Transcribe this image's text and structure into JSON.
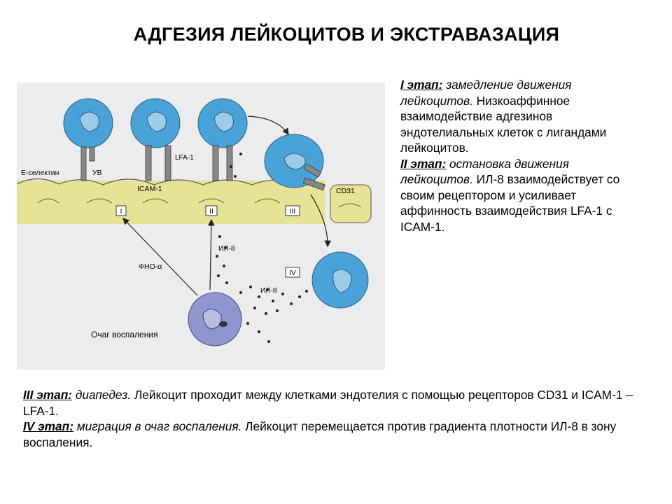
{
  "title": "АДГЕЗИЯ ЛЕЙКОЦИТОВ И ЭКСТРАВАЗАЦИЯ",
  "right": {
    "stage1_label": "I этап:",
    "stage1_italic": " замедление движения лейкоцитов.",
    "stage1_text": " Низкоаффинное взаимодействие адгезинов эндотелиальных клеток с лигандами лейкоцитов.",
    "stage2_label": "II этап:",
    "stage2_italic": " остановка движения лейкоцитов.",
    "stage2_text": " ИЛ-8 взаимодействует со своим рецептором и усиливает аффинность взаимодействия LFA-1 с ICAM-1."
  },
  "bottom": {
    "stage3_label": "III этап:",
    "stage3_italic": " диапедез.",
    "stage3_text": " Лейкоцит проходит между клетками эндотелия с помощью рецепторов CD31 и ICAM-1 – LFA-1.",
    "stage4_label": "IV этап:",
    "stage4_italic": " миграция в очаг воспаления.",
    "stage4_text": " Лейкоцит перемещается против градиента плотности ИЛ-8 в зону воспаления."
  },
  "figure": {
    "labels": {
      "e_selectin": "Е-селектин",
      "uv": "УВ",
      "icam1": "ICAM-1",
      "lfa1": "LFA-1",
      "cd31": "CD31",
      "il8_a": "ИЛ-8",
      "il8_b": "ИЛ-8",
      "fno": "ФНО-α",
      "focus": "Очаг воспаления"
    },
    "stage_boxes": {
      "s1": "I",
      "s2": "II",
      "s3": "III",
      "s4": "IV"
    },
    "colors": {
      "leukocyte": "#4aa3d8",
      "endothelium": "#e8e294",
      "macrophage": "#8f96cf",
      "background": "#ececec"
    }
  }
}
